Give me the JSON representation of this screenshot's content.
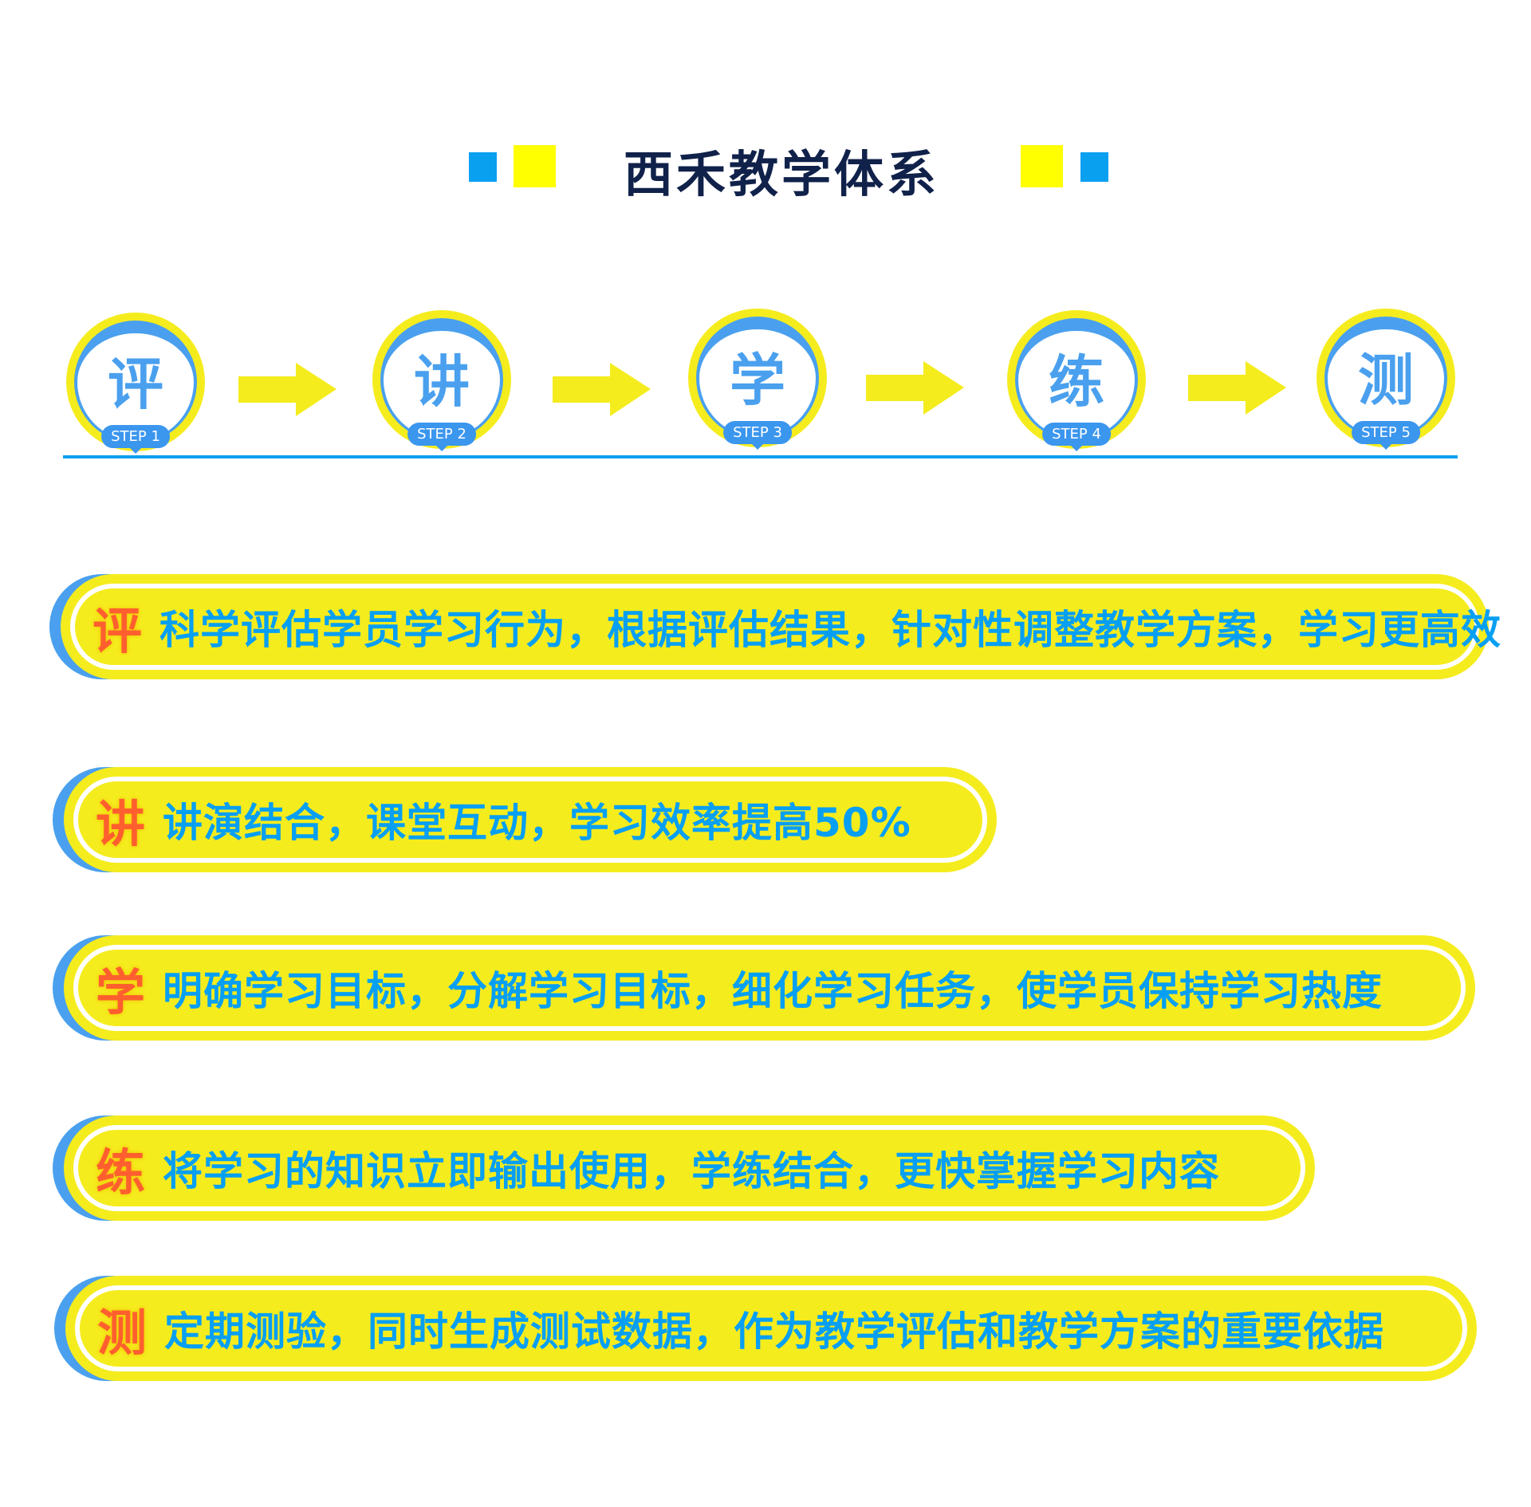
{
  "title": "西禾教学体系",
  "colors": {
    "blue": "#0aa0f0",
    "yellow": "#f5ec1e",
    "orange": "#ff5f2e",
    "navy": "#10214a"
  },
  "steps": [
    {
      "char": "评",
      "label": "STEP 1"
    },
    {
      "char": "讲",
      "label": "STEP 2"
    },
    {
      "char": "学",
      "label": "STEP 3"
    },
    {
      "char": "练",
      "label": "STEP 4"
    },
    {
      "char": "测",
      "label": "STEP 5"
    }
  ],
  "banners": [
    {
      "key": "评",
      "text": "科学评估学员学习行为，根据评估结果，针对性调整教学方案，学习更高效"
    },
    {
      "key": "讲",
      "text": "讲演结合，课堂互动，学习效率提高50%"
    },
    {
      "key": "学",
      "text": "明确学习目标，分解学习目标，细化学习任务，使学员保持学习热度"
    },
    {
      "key": "练",
      "text": "将学习的知识立即输出使用，学练结合，更快掌握学习内容"
    },
    {
      "key": "测",
      "text": "定期测验，同时生成测试数据，作为教学评估和教学方案的重要依据"
    }
  ]
}
